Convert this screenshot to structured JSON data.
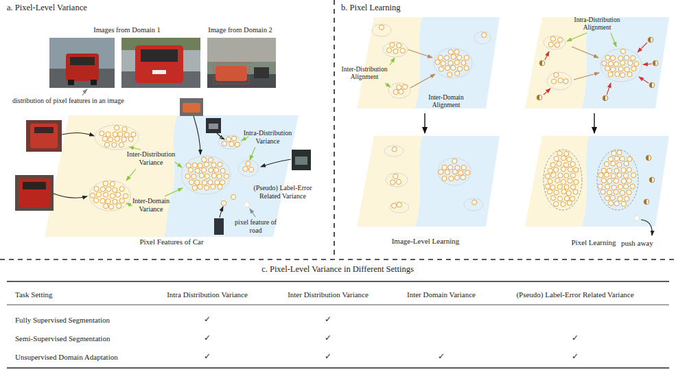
{
  "diagram": {
    "nodes": [
      {
        "text": [
          "Pixel Features of Car"
        ]
      },
      {
        "text": [
          "Inter-Distribution Alignment",
          "Inter-Domain Alignment"
        ]
      },
      {
        "text": [
          "Intra-Distribution Alignment"
        ]
      },
      {
        "text": [
          "Image-Level Learning"
        ]
      },
      {
        "text": [
          "Pixel Learning"
        ]
      }
    ],
    "edges": [
      {
        "from": 1,
        "to": 3,
        "arrow": "to"
      },
      {
        "from": 2,
        "to": 4,
        "arrow": "to"
      }
    ],
    "labels": [
      "a. Pixel-Level Variance",
      "b. Pixel Learning",
      "Images from Domain 1",
      "Image from Domain 2",
      "distribution of pixel features in an image",
      "Inter-Distribution Variance",
      "Intra-Distribution Variance",
      "(Pseudo) Label-Error Related Variance",
      "Inter-Domain Variance",
      "pixel feature of road",
      "push away",
      "c. Pixel-Level Variance in Different Settings",
      "Task Setting",
      "Intra Distribution Variance",
      "Inter Distribution Variance",
      "Inter Domain Variance",
      "(Pseudo) Label-Error Related Variance",
      "Fully Supervised Segmentation",
      "✓",
      "✓",
      "Semi-Supervised Segmentation",
      "✓",
      "✓",
      "✓",
      "Unsupervised Domain Adaptation",
      "✓",
      "✓",
      "✓",
      "✓"
    ]
  }
}
